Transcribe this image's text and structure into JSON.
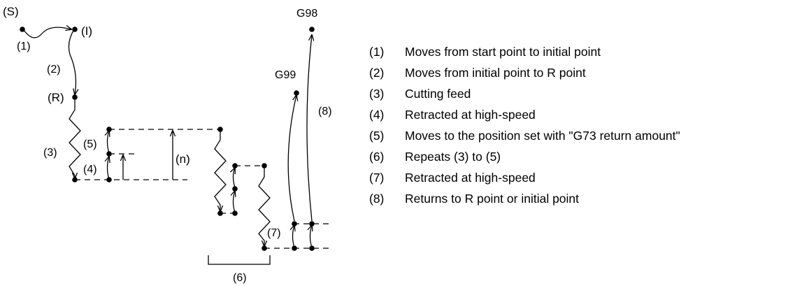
{
  "diagram": {
    "point_labels": {
      "start": "(S)",
      "initial": "(I)",
      "r_point": "(R)",
      "g98": "G98",
      "g99": "G99"
    },
    "step_labels": {
      "s1": "(1)",
      "s2": "(2)",
      "s3": "(3)",
      "s4": "(4)",
      "s5": "(5)",
      "sn": "(n)",
      "s6": "(6)",
      "s7": "(7)",
      "s8": "(8)"
    }
  },
  "legend": [
    {
      "num": "(1)",
      "text": "Moves from start point to initial point"
    },
    {
      "num": "(2)",
      "text": "Moves from initial point to R point"
    },
    {
      "num": "(3)",
      "text": "Cutting feed"
    },
    {
      "num": "(4)",
      "text": "Retracted at high-speed"
    },
    {
      "num": "(5)",
      "text": "Moves to the position set with \"G73 return amount\""
    },
    {
      "num": "(6)",
      "text": "Repeats (3) to (5)"
    },
    {
      "num": "(7)",
      "text": "Retracted at high-speed"
    },
    {
      "num": "(8)",
      "text": "Returns to R point or initial point"
    }
  ]
}
